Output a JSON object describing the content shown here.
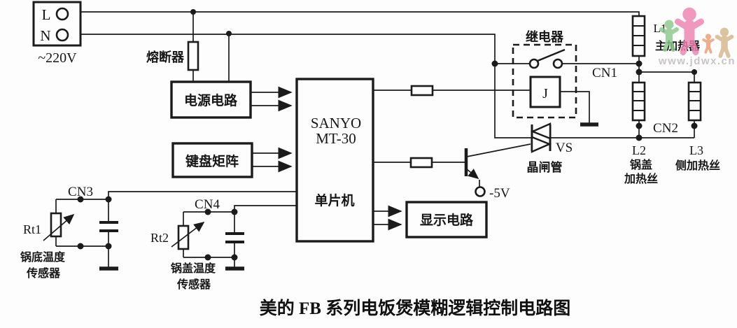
{
  "caption": "美的 FB 系列电饭煲模糊逻辑控制电路图",
  "watermark": {
    "url": "www.jdwx.cn"
  },
  "power_input": {
    "terminal_l": "L",
    "terminal_n": "N",
    "voltage": "~220V"
  },
  "blocks": {
    "fuse": "熔断器",
    "power_supply": "电源电路",
    "keyboard_matrix": "键盘矩阵",
    "mcu": {
      "brand": "SANYO",
      "model": "MT-30",
      "type": "单片机"
    },
    "relay": {
      "name": "继电器",
      "coil": "J"
    },
    "display": "显示电路"
  },
  "thyristor": {
    "ref": "VS",
    "name": "晶闸管"
  },
  "transistor": {
    "supply": "-5V"
  },
  "connectors": {
    "cn1": "CN1",
    "cn2": "CN2",
    "cn3": "CN3",
    "cn4": "CN4"
  },
  "heaters": {
    "l1": {
      "ref": "L1",
      "name": "主加热器"
    },
    "l2": {
      "ref": "L2",
      "name_line1": "锅盖",
      "name_line2": "加热丝"
    },
    "l3": {
      "ref": "L3",
      "name": "侧加热丝"
    }
  },
  "sensors": {
    "rt1": {
      "ref": "Rt1",
      "name_line1": "锅底温度",
      "name_line2": "传感器"
    },
    "rt2": {
      "ref": "Rt2",
      "name_line1": "锅盖温度",
      "name_line2": "传感器"
    }
  },
  "colors": {
    "line": "#1b1b1b",
    "paper": "#fdfdfd",
    "watermark_green": "#8bc98b",
    "watermark_pink": "#ee82b0",
    "watermark_orange": "#ef9b70",
    "watermark_tan": "#d5b78c",
    "watermark_text": "#bdb8b8"
  }
}
